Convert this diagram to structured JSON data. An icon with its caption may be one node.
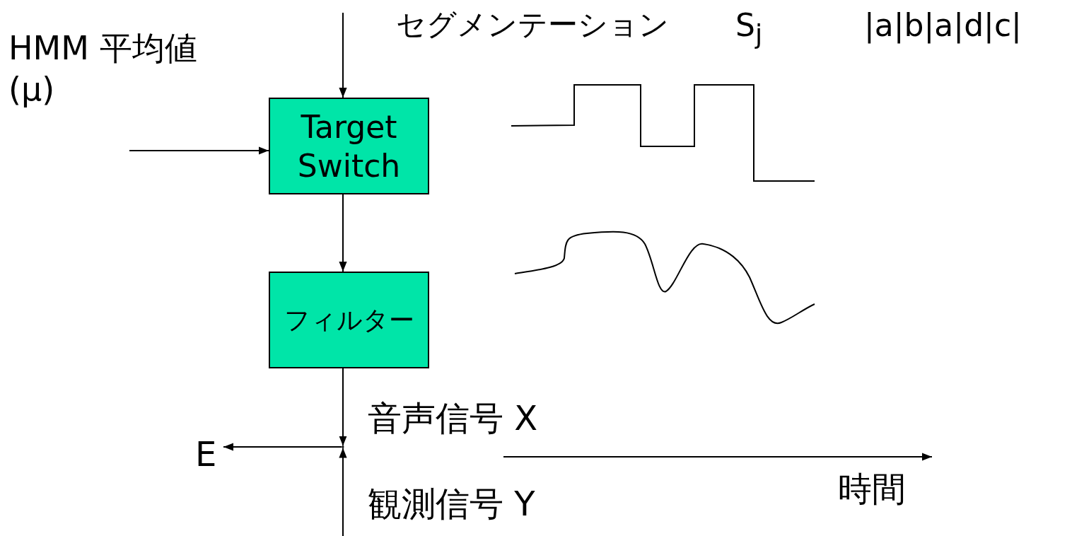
{
  "diagram": {
    "nodes": [
      {
        "text": [
          "HMM 平均値(μ)"
        ]
      },
      {
        "text": [
          "Target Switch"
        ]
      },
      {
        "text": [
          "フィルター"
        ]
      },
      {
        "text": [],
        "shape": "dot"
      },
      {
        "text": [
          "E"
        ]
      }
    ],
    "edges": [
      {
        "from": null,
        "to": 1,
        "arrow": "to"
      },
      {
        "from": 0,
        "to": 1,
        "arrow": "to"
      },
      {
        "from": 1,
        "to": 2,
        "arrow": "to"
      },
      {
        "from": 2,
        "to": 3,
        "arrow": "to"
      },
      {
        "from": null,
        "to": 3,
        "arrow": "to"
      },
      {
        "from": 3,
        "to": 4,
        "arrow": "to"
      }
    ],
    "labels": [
      "セグメンテーション",
      "S$_{j}$",
      "|a|b|a|d|c|",
      "音声信号 X",
      "観測信号 Y",
      "時間"
    ]
  }
}
